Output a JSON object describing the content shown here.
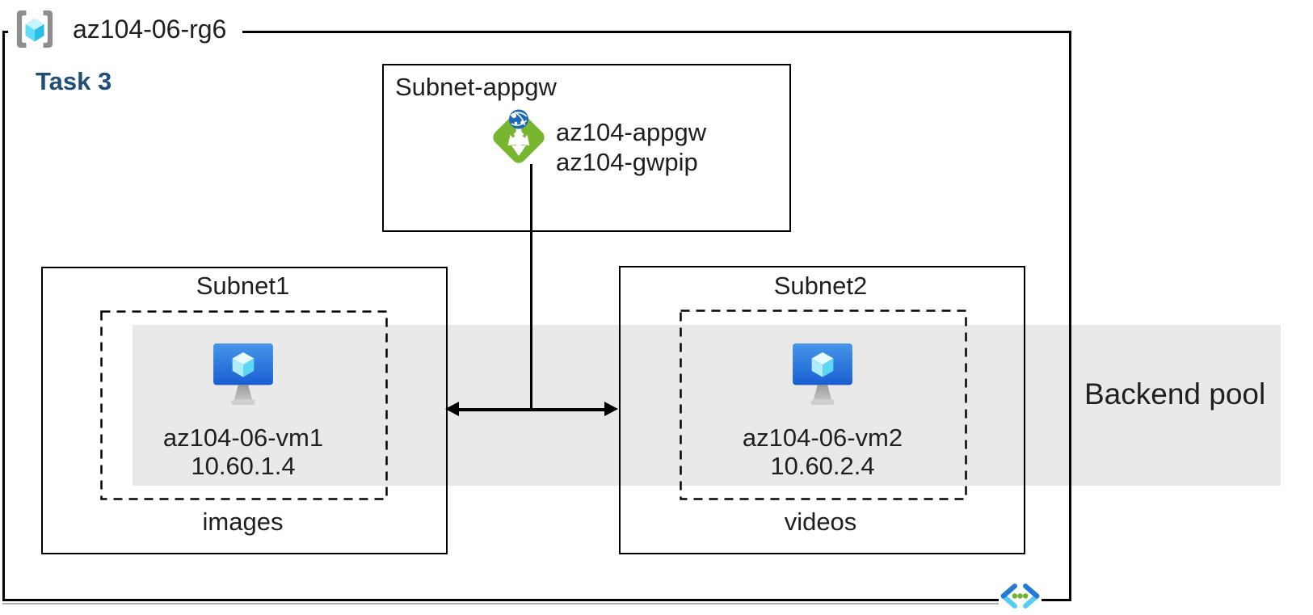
{
  "title": {
    "resource_group": "az104-06-rg6",
    "task": "Task 3"
  },
  "appgw_subnet": {
    "label": "Subnet-appgw",
    "gateway_name": "az104-appgw",
    "public_ip_name": "az104-gwpip"
  },
  "subnet1": {
    "label": "Subnet1",
    "vm_name": "az104-06-vm1",
    "vm_ip": "10.60.1.4",
    "container_label": "images"
  },
  "subnet2": {
    "label": "Subnet2",
    "vm_name": "az104-06-vm2",
    "vm_ip": "10.60.2.4",
    "container_label": "videos"
  },
  "backend_pool": {
    "label": "Backend pool"
  },
  "icons": {
    "resource_group": "azure-resource-group-icon",
    "application_gateway": "azure-application-gateway-icon",
    "virtual_machine": "azure-virtual-machine-icon",
    "virtual_network": "azure-virtual-network-icon"
  },
  "colors": {
    "backend_band_gray": "#e9e9e9",
    "task_label_blue": "#1f4e79",
    "appgw_green": "#77b62e",
    "globe_blue": "#1e68b8",
    "vm_screen_blue_top": "#4696ea",
    "vm_screen_blue_bottom": "#1a5ed0",
    "cube_cyan_light": "#b0ebf9",
    "cube_cyan": "#5ed7f4",
    "rg_bracket_gray": "#8d8d8d",
    "vnet_chevron_blue": "#2579d6",
    "vnet_chevron_cyan": "#55ccf2",
    "vnet_dot_green": "#71b32c",
    "line_black": "#000000"
  }
}
